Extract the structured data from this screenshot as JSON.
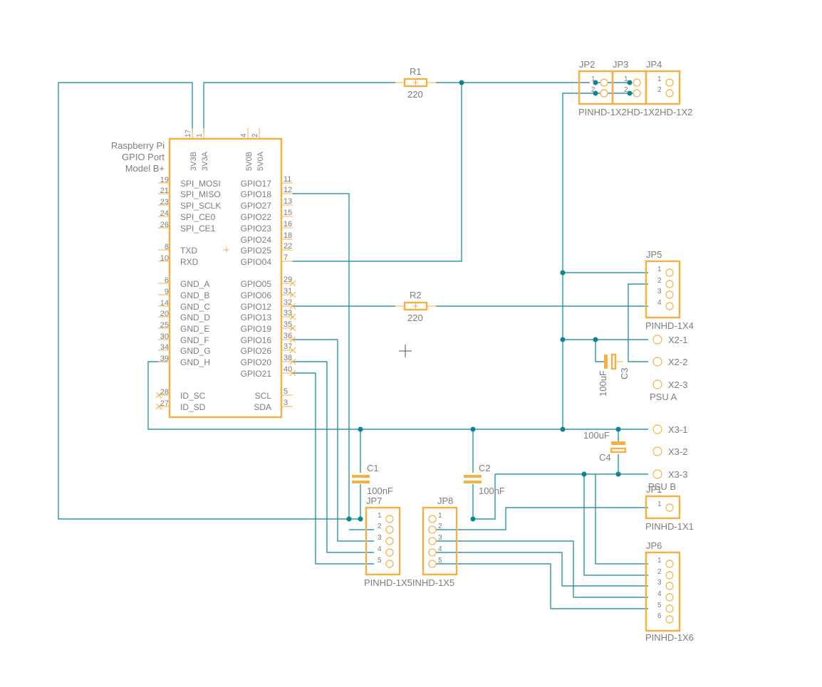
{
  "colors": {
    "background": "#ffffff",
    "wire": "#0b8494",
    "symbol": "#f5b041",
    "text": "#7d7d7d"
  },
  "rpi": {
    "title_line1": "Raspberry Pi",
    "title_line2": "GPIO Port",
    "title_line3": "Model B+",
    "top_pin_17": "17",
    "top_pin_1": "1",
    "top_pin_4": "4",
    "top_pin_2": "2",
    "top_label_1": "3V3B",
    "top_label_2": "3V3A",
    "top_label_3": "5V0B",
    "top_label_4": "5V0A",
    "left_pins": [
      {
        "num": "19",
        "label": "SPI_MOSI"
      },
      {
        "num": "21",
        "label": "SPI_MISO"
      },
      {
        "num": "23",
        "label": "SPI_SCLK"
      },
      {
        "num": "24",
        "label": "SPI_CE0"
      },
      {
        "num": "26",
        "label": "SPI_CE1"
      },
      {
        "num": "8",
        "label": "TXD"
      },
      {
        "num": "10",
        "label": "RXD"
      },
      {
        "num": "6",
        "label": "GND_A"
      },
      {
        "num": "9",
        "label": "GND_B"
      },
      {
        "num": "14",
        "label": "GND_C"
      },
      {
        "num": "20",
        "label": "GND_D"
      },
      {
        "num": "25",
        "label": "GND_E"
      },
      {
        "num": "30",
        "label": "GND_F"
      },
      {
        "num": "34",
        "label": "GND_G"
      },
      {
        "num": "39",
        "label": "GND_H"
      },
      {
        "num": "28",
        "label": "ID_SC"
      },
      {
        "num": "27",
        "label": "ID_SD"
      }
    ],
    "right_pins": [
      {
        "num": "11",
        "label": "GPIO17"
      },
      {
        "num": "12",
        "label": "GPIO18"
      },
      {
        "num": "13",
        "label": "GPIO27"
      },
      {
        "num": "15",
        "label": "GPIO22"
      },
      {
        "num": "16",
        "label": "GPIO23"
      },
      {
        "num": "18",
        "label": "GPIO24"
      },
      {
        "num": "22",
        "label": "GPIO25"
      },
      {
        "num": "7",
        "label": "GPIO04"
      },
      {
        "num": "29",
        "label": "GPIO05"
      },
      {
        "num": "31",
        "label": "GPIO06"
      },
      {
        "num": "32",
        "label": "GPIO12"
      },
      {
        "num": "33",
        "label": "GPIO13"
      },
      {
        "num": "35",
        "label": "GPIO19"
      },
      {
        "num": "36",
        "label": "GPIO16"
      },
      {
        "num": "37",
        "label": "GPIO26"
      },
      {
        "num": "38",
        "label": "GPIO20"
      },
      {
        "num": "40",
        "label": "GPIO21"
      },
      {
        "num": "5",
        "label": "SCL"
      },
      {
        "num": "3",
        "label": "SDA"
      }
    ]
  },
  "resistors": {
    "r1_name": "R1",
    "r1_value": "220",
    "r2_name": "R2",
    "r2_value": "220"
  },
  "capacitors": {
    "c1_name": "C1",
    "c1_value": "100nF",
    "c2_name": "C2",
    "c2_value": "100nF",
    "c3_name": "C3",
    "c3_value": "100uF",
    "c4_name": "C4",
    "c4_value": "100uF"
  },
  "headers": {
    "jp2_name": "JP2",
    "jp3_name": "JP3",
    "jp4_name": "JP4",
    "jp234_values": "PINHD-1X2HD-1X2HD-1X2",
    "jp4_pin_1": "1",
    "jp4_pin_2": "2",
    "jp5_name": "JP5",
    "jp5_value": "PINHD-1X4",
    "jp1_name": "JP1",
    "jp1_value": "PINHD-1X1",
    "jp6_name": "JP6",
    "jp6_value": "PINHD-1X6",
    "jp7_name": "JP7",
    "jp8_name": "JP8",
    "jp78_value": "PINHD-1X5INHD-1X5",
    "pin_1": "1",
    "pin_2": "2",
    "pin_3": "3",
    "pin_4": "4",
    "pin_5": "5",
    "pin_6": "6"
  },
  "psu": {
    "psu_a_name": "PSU A",
    "psu_b_name": "PSU B",
    "x2_1": "X2-1",
    "x2_2": "X2-2",
    "x2_3": "X2-3",
    "x3_1": "X3-1",
    "x3_2": "X3-2",
    "x3_3": "X3-3"
  }
}
